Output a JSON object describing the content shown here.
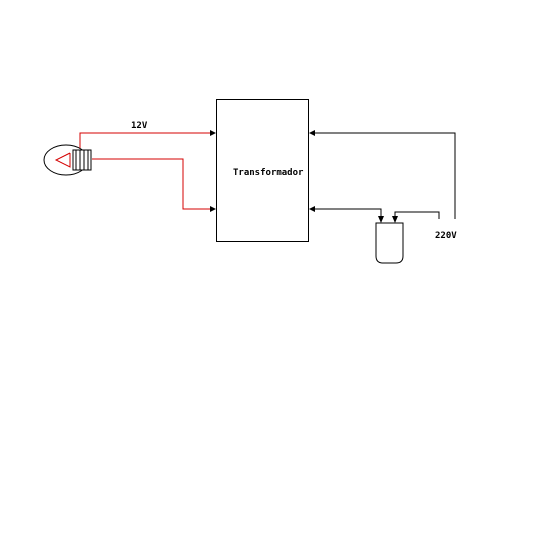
{
  "diagram": {
    "transformer": {
      "label": "Transformador"
    },
    "low_voltage": {
      "label": "12V"
    },
    "mains": {
      "label": "220V"
    }
  },
  "components": {
    "bulb": {
      "icon": "light-bulb-icon"
    },
    "plug": {
      "icon": "power-plug-icon"
    }
  },
  "colors": {
    "low_voltage_wire": "#d40000",
    "mains_wire": "#000000",
    "filament": "#d40000",
    "background": "#ffffff"
  }
}
